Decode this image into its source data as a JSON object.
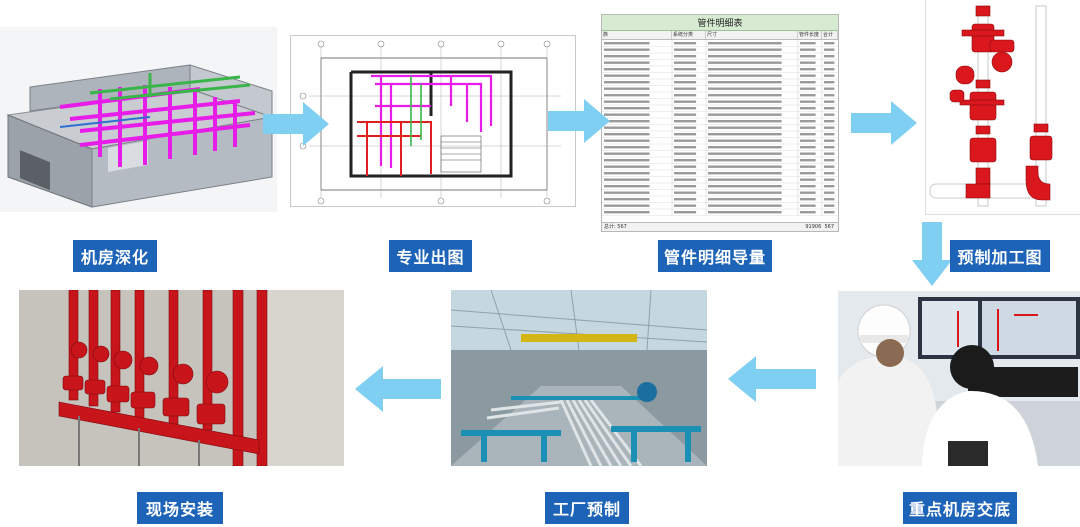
{
  "steps": [
    {
      "id": "p1",
      "label": "机房深化"
    },
    {
      "id": "p2",
      "label": "专业出图"
    },
    {
      "id": "p3",
      "label": "管件明细导量"
    },
    {
      "id": "p4",
      "label": "预制加工图"
    },
    {
      "id": "p5",
      "label": "重点机房交底"
    },
    {
      "id": "p6",
      "label": "工厂预制"
    },
    {
      "id": "p7",
      "label": "现场安装"
    }
  ],
  "table": {
    "title": "管件明细表",
    "headers": [
      "族",
      "系统分类",
      "尺寸",
      "管件长度",
      "合计"
    ],
    "footer_label": "总计: 567",
    "footer_total": "91906",
    "footer_count": "567"
  },
  "colors": {
    "label_bg": "#1d63b8",
    "arrow": "#7fcff2",
    "pipe_magenta": "#e81ce8",
    "pipe_green": "#39b54a",
    "pipe_red": "#e02020"
  }
}
